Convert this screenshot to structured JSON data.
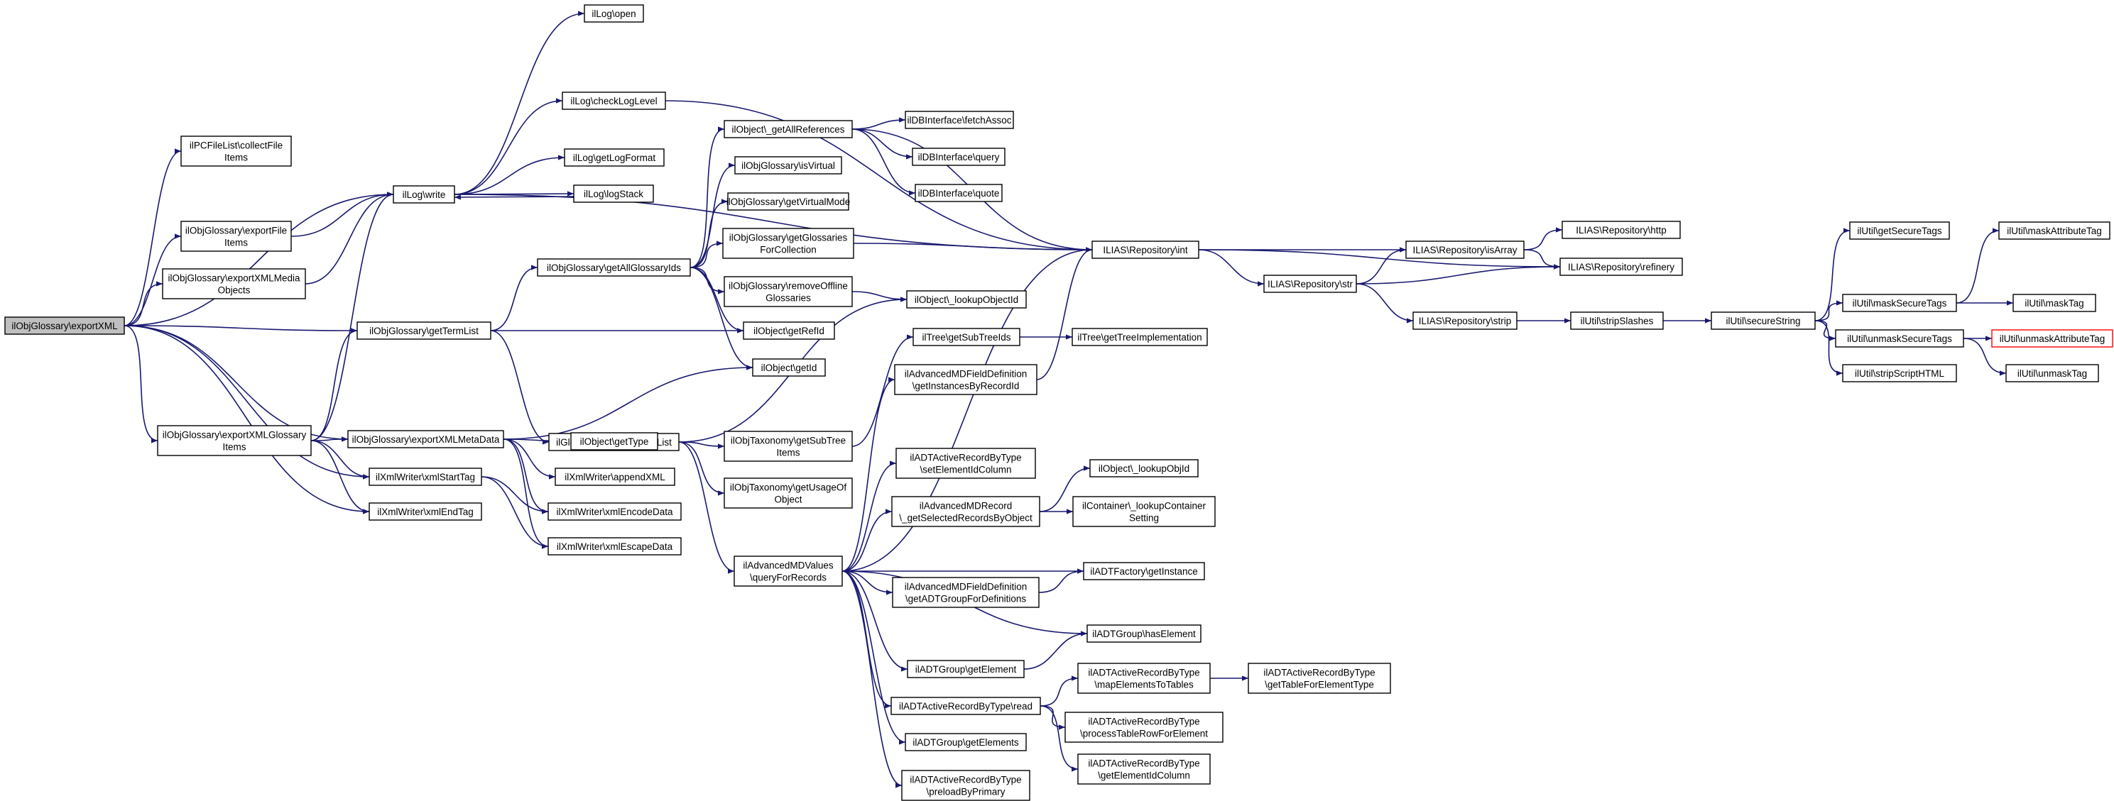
{
  "diagram": {
    "type": "call-graph",
    "root": "n0",
    "colors": {
      "edge": "#191970",
      "border": "#000000",
      "root_fill": "#bfbfbf",
      "highlight_border": "#ff0000",
      "background": "#ffffff"
    },
    "nodes": [
      {
        "id": "n0",
        "lines": [
          "ilObjGlossary\\exportXML"
        ],
        "root": true
      },
      {
        "id": "n1",
        "lines": [
          "ilPCFileList\\collectFile",
          "Items"
        ]
      },
      {
        "id": "n2",
        "lines": [
          "ilLog\\write"
        ]
      },
      {
        "id": "n3",
        "lines": [
          "ilObjGlossary\\exportFile",
          "Items"
        ]
      },
      {
        "id": "n4",
        "lines": [
          "ilObjGlossary\\exportXMLMedia",
          "Objects"
        ]
      },
      {
        "id": "n5",
        "lines": [
          "ilObjGlossary\\getTermList"
        ]
      },
      {
        "id": "n6",
        "lines": [
          "ilObjGlossary\\exportXMLGlossary",
          "Items"
        ]
      },
      {
        "id": "n7",
        "lines": [
          "ilObjGlossary\\exportXMLMetaData"
        ]
      },
      {
        "id": "n8",
        "lines": [
          "ilXmlWriter\\xmlStartTag"
        ]
      },
      {
        "id": "n9",
        "lines": [
          "ilXmlWriter\\xmlEndTag"
        ]
      },
      {
        "id": "n10",
        "lines": [
          "ilLog\\open"
        ]
      },
      {
        "id": "n11",
        "lines": [
          "ilLog\\checkLogLevel"
        ]
      },
      {
        "id": "n12",
        "lines": [
          "ilLog\\getLogFormat"
        ]
      },
      {
        "id": "n13",
        "lines": [
          "ilLog\\logStack"
        ]
      },
      {
        "id": "n14",
        "lines": [
          "ilObjGlossary\\getAllGlossaryIds"
        ]
      },
      {
        "id": "n15",
        "lines": [
          "ilGlossaryTerm\\getTermList"
        ]
      },
      {
        "id": "n16",
        "lines": [
          "ilObject\\getType"
        ]
      },
      {
        "id": "n17",
        "lines": [
          "ilXmlWriter\\appendXML"
        ]
      },
      {
        "id": "n18",
        "lines": [
          "ilXmlWriter\\xmlEncodeData"
        ]
      },
      {
        "id": "n19",
        "lines": [
          "ilXmlWriter\\xmlEscapeData"
        ]
      },
      {
        "id": "n20",
        "lines": [
          "ilObject\\_getAllReferences"
        ]
      },
      {
        "id": "n21",
        "lines": [
          "ilObjGlossary\\isVirtual"
        ]
      },
      {
        "id": "n22",
        "lines": [
          "ilObjGlossary\\getVirtualMode"
        ]
      },
      {
        "id": "n23",
        "lines": [
          "ilObjGlossary\\getGlossaries",
          "ForCollection"
        ]
      },
      {
        "id": "n24",
        "lines": [
          "ilObjGlossary\\removeOffline",
          "Glossaries"
        ]
      },
      {
        "id": "n25",
        "lines": [
          "ilObject\\getRefId"
        ]
      },
      {
        "id": "n26",
        "lines": [
          "ilObject\\getId"
        ]
      },
      {
        "id": "n27",
        "lines": [
          "ilObjTaxonomy\\getSubTree",
          "Items"
        ]
      },
      {
        "id": "n28",
        "lines": [
          "ilObjTaxonomy\\getUsageOf",
          "Object"
        ]
      },
      {
        "id": "n29",
        "lines": [
          "ilAdvancedMDValues",
          "\\queryForRecords"
        ]
      },
      {
        "id": "n30",
        "lines": [
          "ilDBInterface\\fetchAssoc"
        ]
      },
      {
        "id": "n31",
        "lines": [
          "ilDBInterface\\query"
        ]
      },
      {
        "id": "n32",
        "lines": [
          "ilDBInterface\\quote"
        ]
      },
      {
        "id": "n33",
        "lines": [
          "ILIAS\\Repository\\int"
        ]
      },
      {
        "id": "n34",
        "lines": [
          "ilObject\\_lookupObjectId"
        ]
      },
      {
        "id": "n35",
        "lines": [
          "ilTree\\getSubTreeIds"
        ]
      },
      {
        "id": "n36",
        "lines": [
          "ilAdvancedMDFieldDefinition",
          "\\getInstancesByRecordId"
        ]
      },
      {
        "id": "n37",
        "lines": [
          "ilADTActiveRecordByType",
          "\\setElementIdColumn"
        ]
      },
      {
        "id": "n38",
        "lines": [
          "ilAdvancedMDRecord",
          "\\_getSelectedRecordsByObject"
        ]
      },
      {
        "id": "n39",
        "lines": [
          "ilAdvancedMDFieldDefinition",
          "\\getADTGroupForDefinitions"
        ]
      },
      {
        "id": "n40",
        "lines": [
          "ilADTGroup\\getElement"
        ]
      },
      {
        "id": "n41",
        "lines": [
          "ilADTActiveRecordByType\\read"
        ]
      },
      {
        "id": "n42",
        "lines": [
          "ilADTGroup\\getElements"
        ]
      },
      {
        "id": "n43",
        "lines": [
          "ilADTActiveRecordByType",
          "\\preloadByPrimary"
        ]
      },
      {
        "id": "n44",
        "lines": [
          "ILIAS\\Repository\\str"
        ]
      },
      {
        "id": "n45",
        "lines": [
          "ilTree\\getTreeImplementation"
        ]
      },
      {
        "id": "n46",
        "lines": [
          "ilObject\\_lookupObjId"
        ]
      },
      {
        "id": "n47",
        "lines": [
          "ilContainer\\_lookupContainer",
          "Setting"
        ]
      },
      {
        "id": "n48",
        "lines": [
          "ilADTFactory\\getInstance"
        ]
      },
      {
        "id": "n49",
        "lines": [
          "ilADTGroup\\hasElement"
        ]
      },
      {
        "id": "n50",
        "lines": [
          "ilADTActiveRecordByType",
          "\\mapElementsToTables"
        ]
      },
      {
        "id": "n51",
        "lines": [
          "ilADTActiveRecordByType",
          "\\processTableRowForElement"
        ]
      },
      {
        "id": "n52",
        "lines": [
          "ilADTActiveRecordByType",
          "\\getElementIdColumn"
        ]
      },
      {
        "id": "n53",
        "lines": [
          "ILIAS\\Repository\\isArray"
        ]
      },
      {
        "id": "n54",
        "lines": [
          "ILIAS\\Repository\\strip"
        ]
      },
      {
        "id": "n55",
        "lines": [
          "ILIAS\\Repository\\http"
        ]
      },
      {
        "id": "n56",
        "lines": [
          "ILIAS\\Repository\\refinery"
        ]
      },
      {
        "id": "n57",
        "lines": [
          "ilUtil\\stripSlashes"
        ]
      },
      {
        "id": "n58",
        "lines": [
          "ilADTActiveRecordByType",
          "\\getTableForElementType"
        ]
      },
      {
        "id": "n59",
        "lines": [
          "ilUtil\\secureString"
        ]
      },
      {
        "id": "n60",
        "lines": [
          "ilUtil\\getSecureTags"
        ]
      },
      {
        "id": "n61",
        "lines": [
          "ilUtil\\maskSecureTags"
        ]
      },
      {
        "id": "n62",
        "lines": [
          "ilUtil\\unmaskSecureTags"
        ]
      },
      {
        "id": "n63",
        "lines": [
          "ilUtil\\stripScriptHTML"
        ]
      },
      {
        "id": "n64",
        "lines": [
          "ilUtil\\maskAttributeTag"
        ]
      },
      {
        "id": "n65",
        "lines": [
          "ilUtil\\maskTag"
        ]
      },
      {
        "id": "n66",
        "lines": [
          "ilUtil\\unmaskAttributeTag"
        ],
        "highlight": true
      },
      {
        "id": "n67",
        "lines": [
          "ilUtil\\unmaskTag"
        ]
      }
    ],
    "edges": [
      [
        "n0",
        "n1"
      ],
      [
        "n0",
        "n2"
      ],
      [
        "n0",
        "n3"
      ],
      [
        "n0",
        "n4"
      ],
      [
        "n0",
        "n5"
      ],
      [
        "n0",
        "n6"
      ],
      [
        "n0",
        "n7"
      ],
      [
        "n0",
        "n8"
      ],
      [
        "n0",
        "n9"
      ],
      [
        "n2",
        "n10"
      ],
      [
        "n2",
        "n11"
      ],
      [
        "n2",
        "n12"
      ],
      [
        "n2",
        "n13"
      ],
      [
        "n2",
        "n33"
      ],
      [
        "n3",
        "n2"
      ],
      [
        "n4",
        "n2"
      ],
      [
        "n6",
        "n2"
      ],
      [
        "n5",
        "n14"
      ],
      [
        "n5",
        "n15"
      ],
      [
        "n5",
        "n25"
      ],
      [
        "n6",
        "n5"
      ],
      [
        "n6",
        "n7"
      ],
      [
        "n6",
        "n8"
      ],
      [
        "n6",
        "n9"
      ],
      [
        "n7",
        "n26"
      ],
      [
        "n7",
        "n16"
      ],
      [
        "n7",
        "n17"
      ],
      [
        "n7",
        "n18"
      ],
      [
        "n7",
        "n19"
      ],
      [
        "n8",
        "n18"
      ],
      [
        "n8",
        "n19"
      ],
      [
        "n11",
        "n33"
      ],
      [
        "n13",
        "n2"
      ],
      [
        "n14",
        "n20"
      ],
      [
        "n14",
        "n21"
      ],
      [
        "n14",
        "n22"
      ],
      [
        "n14",
        "n23"
      ],
      [
        "n14",
        "n24"
      ],
      [
        "n14",
        "n25"
      ],
      [
        "n14",
        "n26"
      ],
      [
        "n15",
        "n34"
      ],
      [
        "n15",
        "n27"
      ],
      [
        "n15",
        "n28"
      ],
      [
        "n15",
        "n29"
      ],
      [
        "n20",
        "n30"
      ],
      [
        "n20",
        "n31"
      ],
      [
        "n20",
        "n32"
      ],
      [
        "n20",
        "n33"
      ],
      [
        "n23",
        "n33"
      ],
      [
        "n24",
        "n34"
      ],
      [
        "n27",
        "n35"
      ],
      [
        "n29",
        "n36"
      ],
      [
        "n29",
        "n37"
      ],
      [
        "n29",
        "n38"
      ],
      [
        "n29",
        "n39"
      ],
      [
        "n29",
        "n40"
      ],
      [
        "n29",
        "n41"
      ],
      [
        "n29",
        "n42"
      ],
      [
        "n29",
        "n43"
      ],
      [
        "n29",
        "n48"
      ],
      [
        "n29",
        "n49"
      ],
      [
        "n29",
        "n33"
      ],
      [
        "n33",
        "n44"
      ],
      [
        "n33",
        "n53"
      ],
      [
        "n33",
        "n56"
      ],
      [
        "n35",
        "n45"
      ],
      [
        "n36",
        "n33"
      ],
      [
        "n38",
        "n46"
      ],
      [
        "n38",
        "n47"
      ],
      [
        "n39",
        "n48"
      ],
      [
        "n40",
        "n49"
      ],
      [
        "n41",
        "n50"
      ],
      [
        "n41",
        "n51"
      ],
      [
        "n41",
        "n52"
      ],
      [
        "n44",
        "n53"
      ],
      [
        "n44",
        "n54"
      ],
      [
        "n44",
        "n56"
      ],
      [
        "n50",
        "n58"
      ],
      [
        "n53",
        "n55"
      ],
      [
        "n53",
        "n56"
      ],
      [
        "n54",
        "n57"
      ],
      [
        "n57",
        "n59"
      ],
      [
        "n59",
        "n60"
      ],
      [
        "n59",
        "n61"
      ],
      [
        "n59",
        "n62"
      ],
      [
        "n59",
        "n63"
      ],
      [
        "n61",
        "n64"
      ],
      [
        "n61",
        "n65"
      ],
      [
        "n62",
        "n66"
      ],
      [
        "n62",
        "n67"
      ]
    ]
  }
}
